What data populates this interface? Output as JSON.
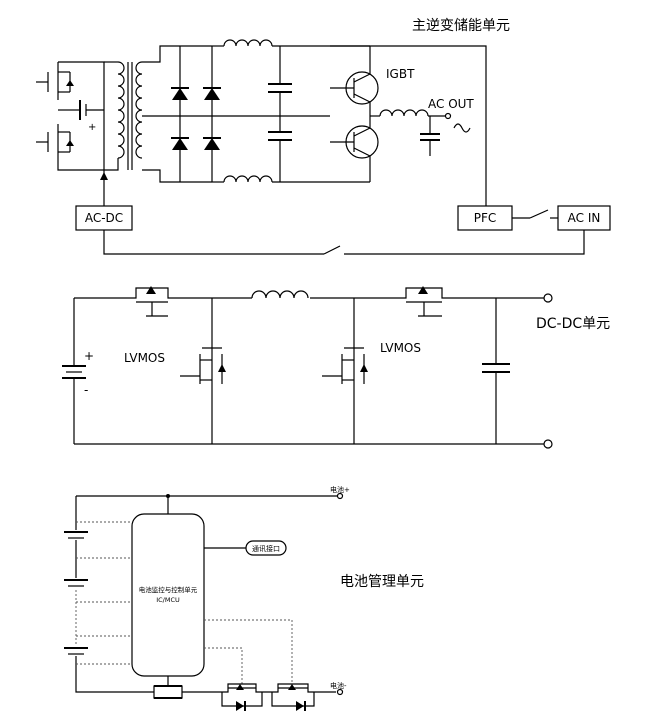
{
  "inverter": {
    "title": "主逆变储能单元",
    "igbt_label": "IGBT",
    "ac_out_label": "AC OUT",
    "acdc_box": "AC-DC",
    "pfc_box": "PFC",
    "acin_box": "AC IN",
    "battery_plus": "+"
  },
  "dcdc": {
    "title": "DC-DC单元",
    "lvmos_left": "LVMOS",
    "lvmos_right": "LVMOS",
    "plus": "+",
    "minus": "-"
  },
  "bms": {
    "title": "电池管理单元",
    "mcu_line1": "电池监控与控制单元",
    "mcu_line2": "IC/MCU",
    "comm_port": "通讯接口",
    "bat_plus": "电池+",
    "bat_minus": "电池-"
  }
}
